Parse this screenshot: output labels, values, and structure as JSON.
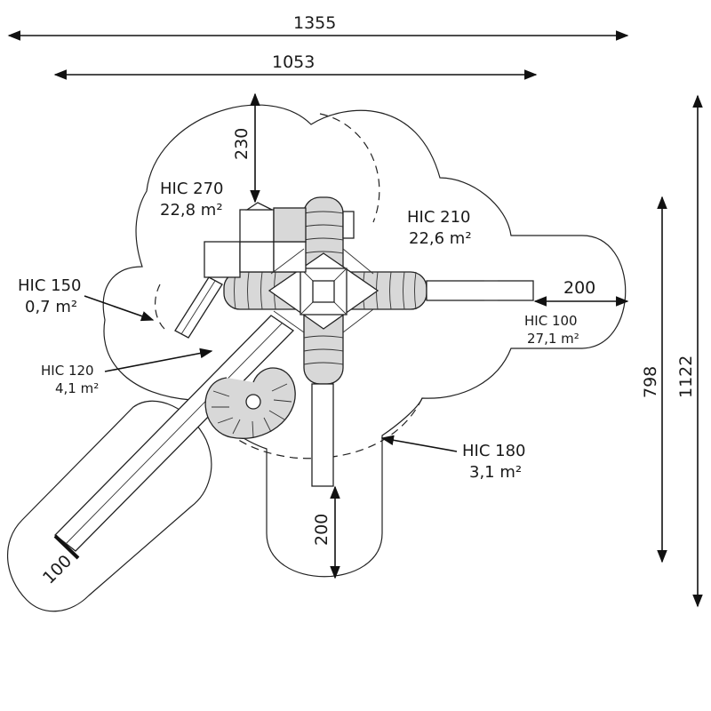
{
  "dimensions": {
    "overall_width": "1355",
    "inner_width": "1053",
    "overall_height": "1122",
    "inner_height": "798",
    "top_clearance": "230",
    "right_clearance": "200",
    "bottom_clearance": "200",
    "slide_end": "100"
  },
  "zones": {
    "hic270": {
      "name": "HIC 270",
      "area": "22,8 m²"
    },
    "hic210": {
      "name": "HIC 210",
      "area": "22,6 m²"
    },
    "hic150": {
      "name": "HIC 150",
      "area": "0,7 m²"
    },
    "hic120": {
      "name": "HIC 120",
      "area": "4,1 m²"
    },
    "hic100": {
      "name": "HIC 100",
      "area": "27,1 m²"
    },
    "hic180": {
      "name": "HIC 180",
      "area": "3,1 m²"
    }
  }
}
